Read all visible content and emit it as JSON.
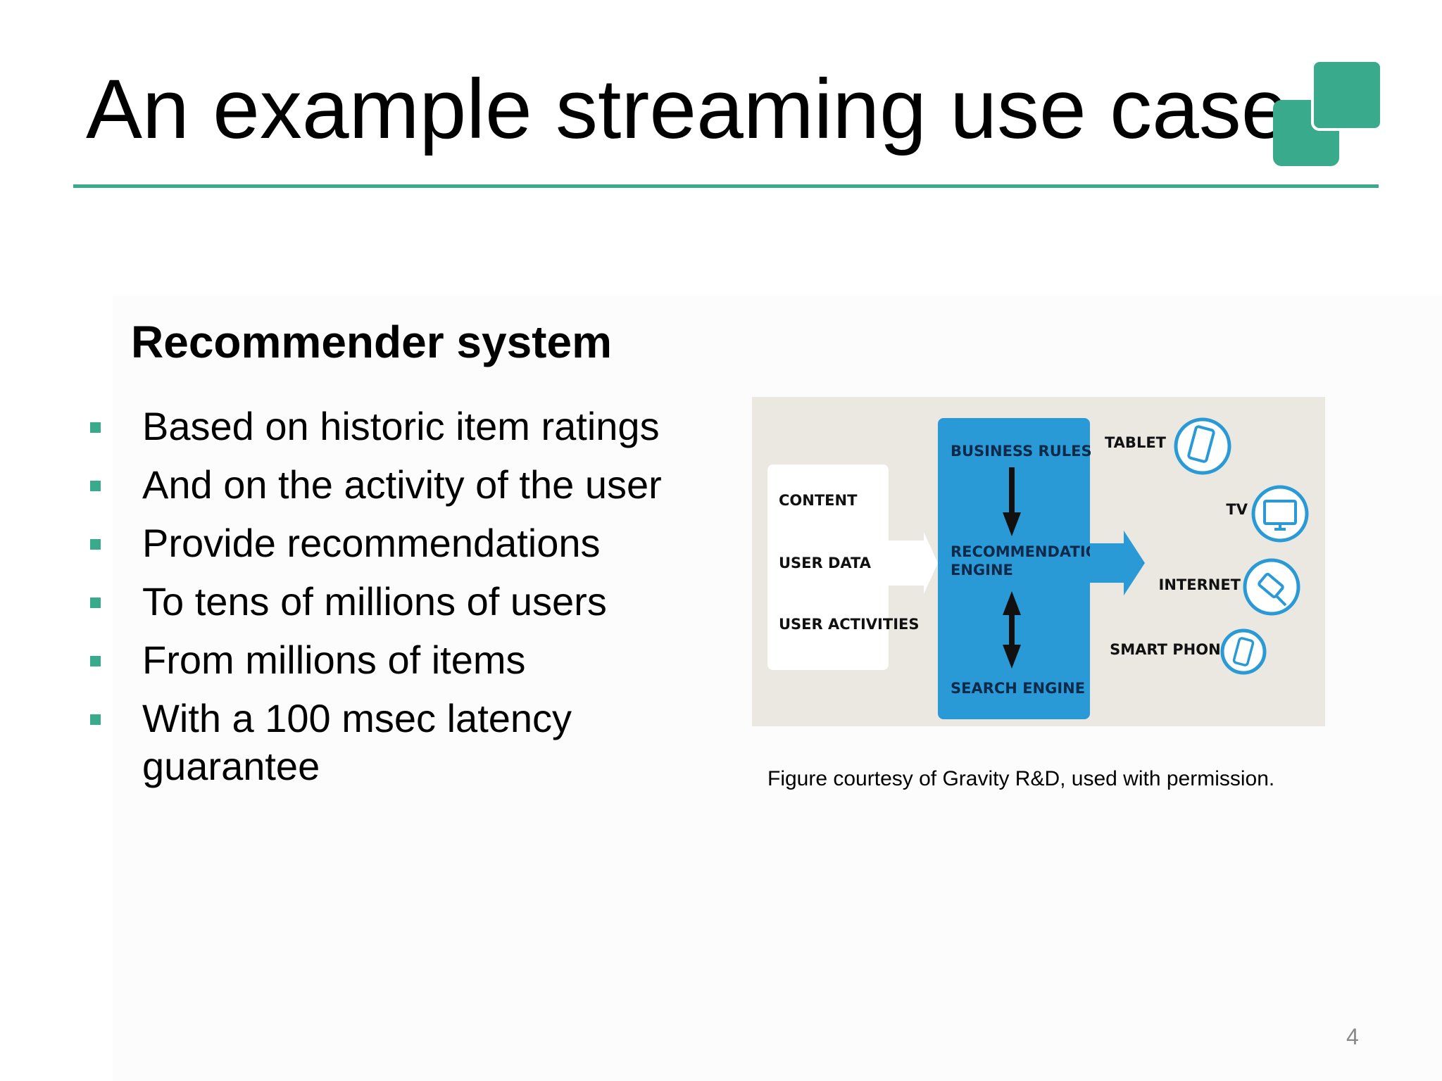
{
  "slide": {
    "title": "An example streaming use case",
    "subtitle": "Recommender system",
    "bullets": [
      "Based on historic item ratings",
      "And on the activity of the user",
      "Provide recommendations",
      "To tens of millions of users",
      "From millions of items",
      "With a 100 msec latency guarantee"
    ],
    "caption": "Figure courtesy of Gravity R&D, used with permission.",
    "page_number": "4"
  },
  "figure": {
    "inputs": [
      "CONTENT",
      "USER DATA",
      "USER ACTIVITIES"
    ],
    "engine": {
      "top": "BUSINESS RULES",
      "middle_line1": "RECOMMENDATION",
      "middle_line2": "ENGINE",
      "bottom": "SEARCH ENGINE"
    },
    "outputs": [
      "TABLET",
      "TV",
      "INTERNET",
      "SMART PHONE"
    ],
    "icons": [
      "tablet-icon",
      "tv-icon",
      "internet-icon",
      "smartphone-icon"
    ]
  },
  "colors": {
    "accent": "#3aaa8c",
    "engine_blue": "#2a9ad6",
    "figure_background": "#ebe8e2"
  }
}
